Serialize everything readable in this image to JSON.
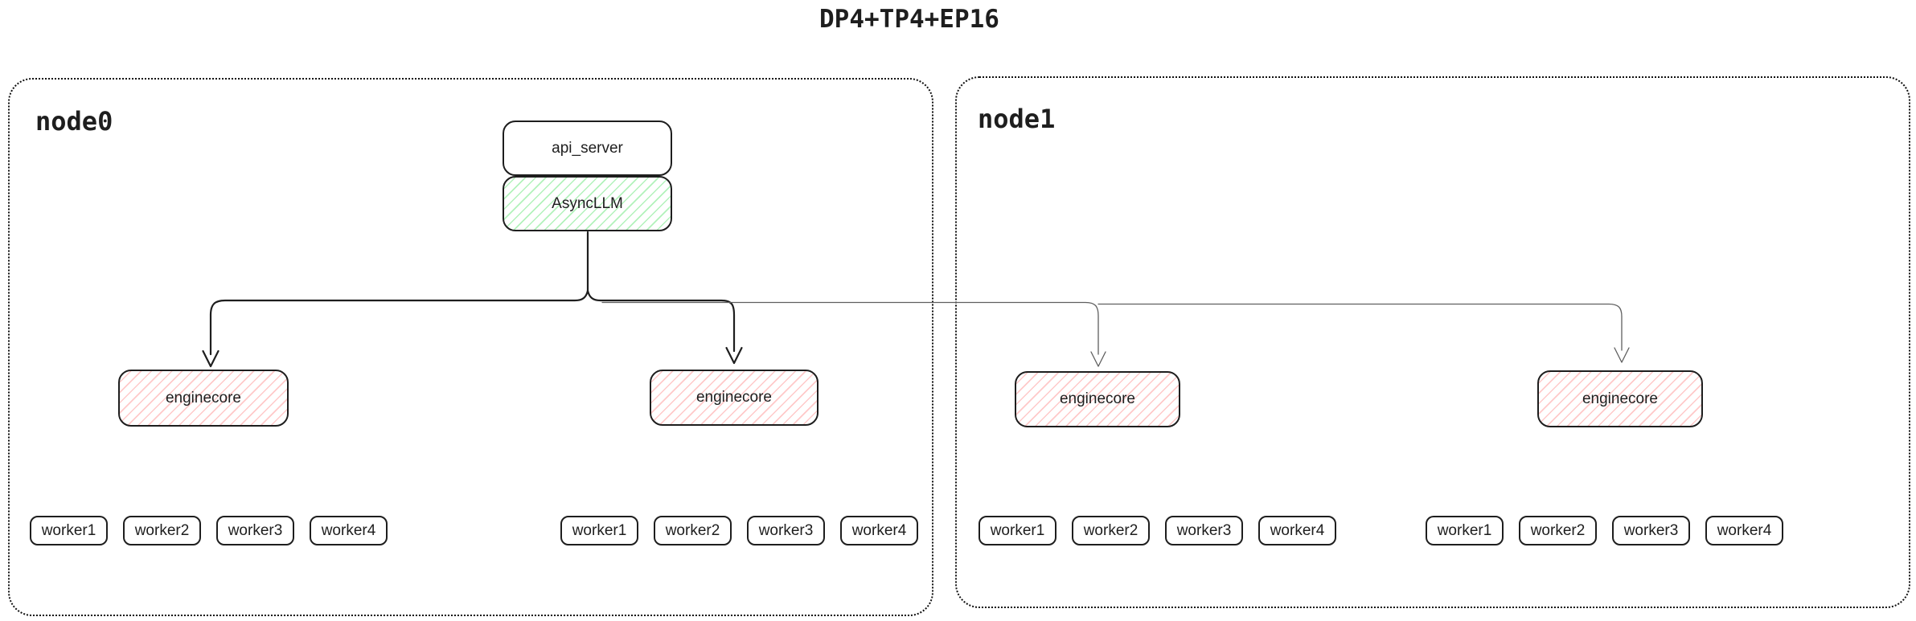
{
  "title": "DP4+TP4+EP16",
  "colors": {
    "stroke": "#1e1e1e",
    "green_hatch": "#b2f2bb",
    "red_hatch": "#ffc9c9",
    "thin_line": "#5f5f5f"
  },
  "node0": {
    "label": "node0",
    "api_server_label": "api_server",
    "async_llm_label": "AsyncLLM",
    "enginecore_labels": [
      "enginecore",
      "enginecore"
    ],
    "worker_groups": [
      [
        "worker1",
        "worker2",
        "worker3",
        "worker4"
      ],
      [
        "worker1",
        "worker2",
        "worker3",
        "worker4"
      ]
    ]
  },
  "node1": {
    "label": "node1",
    "enginecore_labels": [
      "enginecore",
      "enginecore"
    ],
    "worker_groups": [
      [
        "worker1",
        "worker2",
        "worker3",
        "worker4"
      ],
      [
        "worker1",
        "worker2",
        "worker3",
        "worker4"
      ]
    ]
  }
}
